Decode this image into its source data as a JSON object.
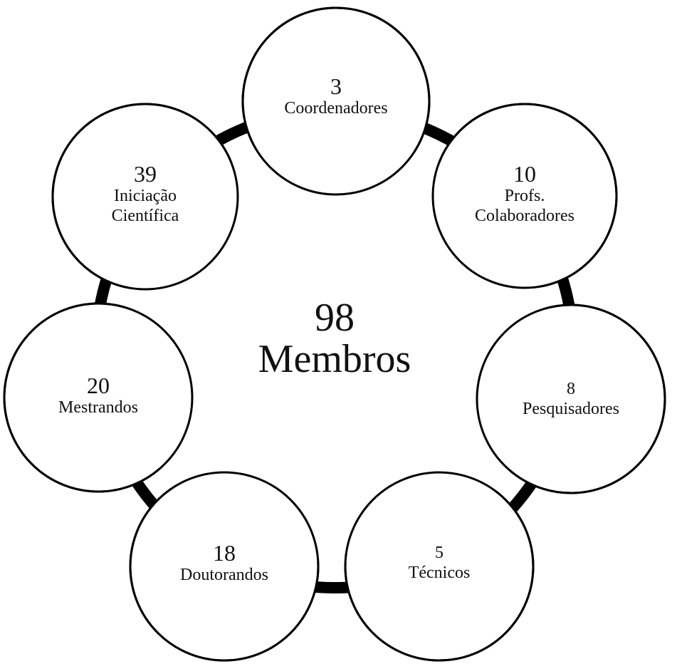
{
  "center": {
    "total": "98",
    "label": "Membros"
  },
  "nodes": [
    {
      "id": "coordenadores",
      "count": "3",
      "label_lines": [
        "Coordenadores"
      ]
    },
    {
      "id": "profs-colaboradores",
      "count": "10",
      "label_lines": [
        "Profs.",
        "Colaboradores"
      ]
    },
    {
      "id": "pesquisadores",
      "count": "8",
      "label_lines": [
        "Pesquisadores"
      ]
    },
    {
      "id": "tecnicos",
      "count": "5",
      "label_lines": [
        "Técnicos"
      ]
    },
    {
      "id": "doutorandos",
      "count": "18",
      "label_lines": [
        "Doutorandos"
      ]
    },
    {
      "id": "mestrandos",
      "count": "20",
      "label_lines": [
        "Mestrandos"
      ]
    },
    {
      "id": "iniciacao-cientifica",
      "count": "39",
      "label_lines": [
        "Iniciação",
        "Científica"
      ]
    }
  ],
  "colors": {
    "stroke": "#000000",
    "fill": "#ffffff",
    "text": "#111111"
  }
}
